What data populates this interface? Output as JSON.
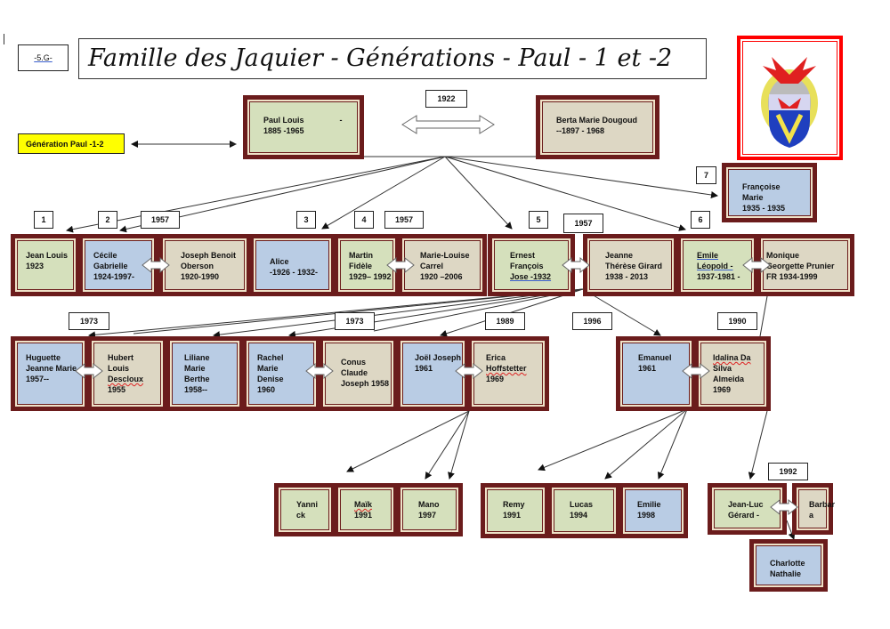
{
  "header": {
    "code": "-5.G-",
    "title": "Famille des Jaquier - Générations - Paul  - 1 et -2",
    "generation_label": "Génération Paul -1-2"
  },
  "colors": {
    "frame": "#6b1c1c",
    "male": "#d5e0bc",
    "female": "#b9cce4",
    "spouse": "#ddd7c4",
    "label": "#ffff00",
    "logo_border": "#ff0000"
  },
  "logo": {
    "icon": "coat-of-arms-icon"
  },
  "labels": {
    "marriage_1922": "1922",
    "n1": "1",
    "n2": "2",
    "y1957a": "1957",
    "n3": "3",
    "n4": "4",
    "y1957b": "1957",
    "n5": "5",
    "y1957c": "1957",
    "n6": "6",
    "n7": "7",
    "y1973a": "1973",
    "y1973b": "1973",
    "y1989": "1989",
    "y1996": "1996",
    "y1990": "1990",
    "y1992": "1992"
  },
  "gen0": {
    "paul": [
      "Paul Louis                -",
      "1885 -1965"
    ],
    "berta": [
      "Berta Marie Dougoud",
      "--1897 - 1968"
    ]
  },
  "gen1": {
    "jean_louis": [
      "Jean Louis",
      "1923"
    ],
    "cecile": [
      "Cécile",
      "Gabrielle",
      "1924-1997-"
    ],
    "joseph": [
      "Joseph Benoit",
      "Oberson",
      "1920-1990"
    ],
    "alice": [
      "Alice",
      "-1926 - 1932-"
    ],
    "martin": [
      "Martin",
      "Fidèle",
      "1929– 1992"
    ],
    "marie_louise": [
      "Marie-Louise",
      "Carrel",
      "1920 –2006"
    ],
    "ernest": [
      "Ernest",
      "François",
      "Jose  -1932"
    ],
    "jeanne": [
      "Jeanne",
      "Thérèse Girard",
      "1938 - 2013"
    ],
    "emile": [
      "Emile ",
      "Léopold -",
      "1937-1981 -"
    ],
    "monique": [
      "Monique",
      "Georgette Prunier",
      "FR  1934-1999"
    ],
    "francoise": [
      "Françoise",
      "Marie",
      "1935 - 1935"
    ]
  },
  "gen2": {
    "huguette": [
      "Huguette",
      "Jeanne Marie",
      "1957--"
    ],
    "hubert": [
      "Hubert",
      "Louis",
      "Descloux",
      "1955"
    ],
    "liliane": [
      "Liliane",
      "Marie",
      "Berthe",
      "1958--"
    ],
    "rachel": [
      "Rachel",
      "Marie",
      "Denise",
      "1960"
    ],
    "conus": [
      "Conus",
      "Claude",
      "Joseph 1958"
    ],
    "joel": [
      "Joël Joseph",
      "1961"
    ],
    "erica": [
      "Erica",
      "Hoffstetter",
      "1969"
    ],
    "emanuel": [
      "Emanuel",
      "1961"
    ],
    "idalina": [
      "Idalina  Da",
      "Silva",
      "Almeida",
      "1969"
    ]
  },
  "gen3": {
    "yannick": [
      "Yanni",
      "ck"
    ],
    "maik": [
      "Maïk",
      "1991"
    ],
    "mano": [
      "Mano",
      "1997"
    ],
    "remy": [
      "Remy",
      "1991"
    ],
    "lucas": [
      "Lucas",
      "1994"
    ],
    "emilie": [
      "Emilie",
      "1998"
    ],
    "jean_luc": [
      "Jean-Luc",
      "Gérard -"
    ],
    "barbara": [
      "Barbar",
      "a"
    ]
  },
  "gen4": {
    "charlotte": [
      "Charlotte",
      "Nathalie"
    ]
  }
}
